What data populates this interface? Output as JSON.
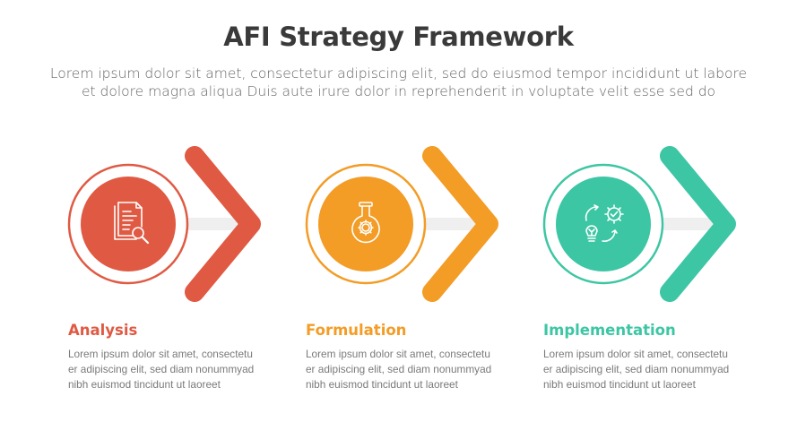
{
  "header": {
    "title": "AFI Strategy Framework",
    "subtitle_line1": "Lorem ipsum dolor sit amet, consectetur adipiscing elit, sed do eiusmod tempor incididunt ut labore",
    "subtitle_line2": "et dolore magna aliqua Duis aute irure dolor in reprehenderit in voluptate velit esse sed do"
  },
  "colors": {
    "analysis": "#e05a43",
    "formulation": "#f39c26",
    "implementation": "#3dc6a4",
    "connector": "#efefef",
    "title": "#3a3a3a",
    "body_text": "#7a7a7a"
  },
  "items": [
    {
      "label": "Analysis",
      "icon": "document-search-icon",
      "desc_line1": "Lorem ipsum dolor sit amet, consectetu",
      "desc_line2": "er adipiscing elit, sed diam nonummyad",
      "desc_line3": "nibh euismod tincidunt ut laoreet"
    },
    {
      "label": "Formulation",
      "icon": "flask-gear-icon",
      "desc_line1": "Lorem ipsum dolor sit amet, consectetu",
      "desc_line2": "er adipiscing elit, sed diam nonummyad",
      "desc_line3": "nibh euismod tincidunt ut laoreet"
    },
    {
      "label": "Implementation",
      "icon": "idea-gear-cycle-icon",
      "desc_line1": "Lorem ipsum dolor sit amet, consectetu",
      "desc_line2": "er adipiscing elit, sed diam nonummyad",
      "desc_line3": "nibh euismod tincidunt ut laoreet"
    }
  ]
}
